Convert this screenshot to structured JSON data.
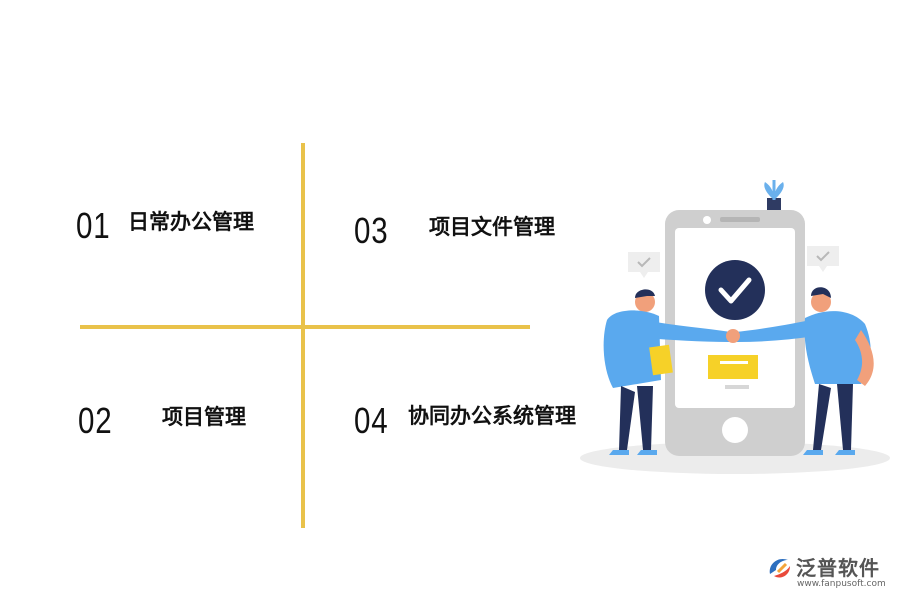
{
  "items": [
    {
      "number": "01",
      "label": "日常办公管理"
    },
    {
      "number": "02",
      "label": "项目管理"
    },
    {
      "number": "03",
      "label": "项目文件管理"
    },
    {
      "number": "04",
      "label": "协同办公系统管理"
    }
  ],
  "brand": {
    "name": "泛普软件",
    "url": "www.fanpusoft.com"
  },
  "colors": {
    "accent": "#e9c24a",
    "figure_blue": "#5aa9ee",
    "badge_navy": "#23305a",
    "note_yellow": "#f6d128",
    "phone_gray": "#cfcfcf"
  },
  "icons": [
    "check-icon",
    "plant-icon",
    "chat-bubble-icon"
  ]
}
